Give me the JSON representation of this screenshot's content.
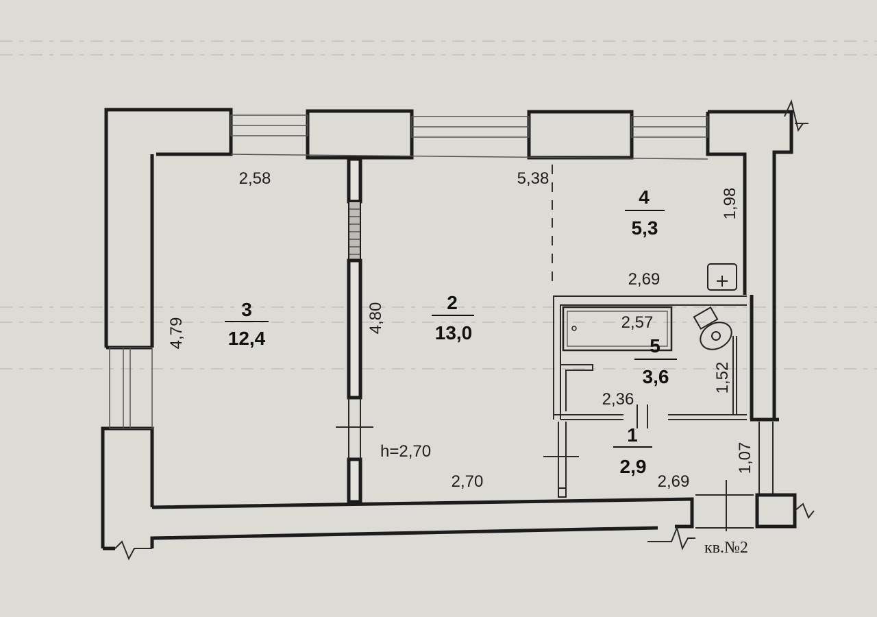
{
  "rooms": [
    {
      "number": "1",
      "area": "2,9"
    },
    {
      "number": "2",
      "area": "13,0"
    },
    {
      "number": "3",
      "area": "12,4"
    },
    {
      "number": "4",
      "area": "5,3"
    },
    {
      "number": "5",
      "area": "3,6"
    }
  ],
  "dimensions": {
    "top_left_width": "2,58",
    "top_width": "5,38",
    "room4_height": "1,98",
    "room4_width": "2,69",
    "room3_height": "4,79",
    "room2_height": "4,80",
    "bath_width": "2,57",
    "bath_height": "1,52",
    "bath_bottom_width": "2,36",
    "hall_height": "1,07",
    "hall_width": "2,69",
    "bottom_width": "2,70"
  },
  "ceiling_height": "h=2,70",
  "apartment_label": "кв.№2"
}
